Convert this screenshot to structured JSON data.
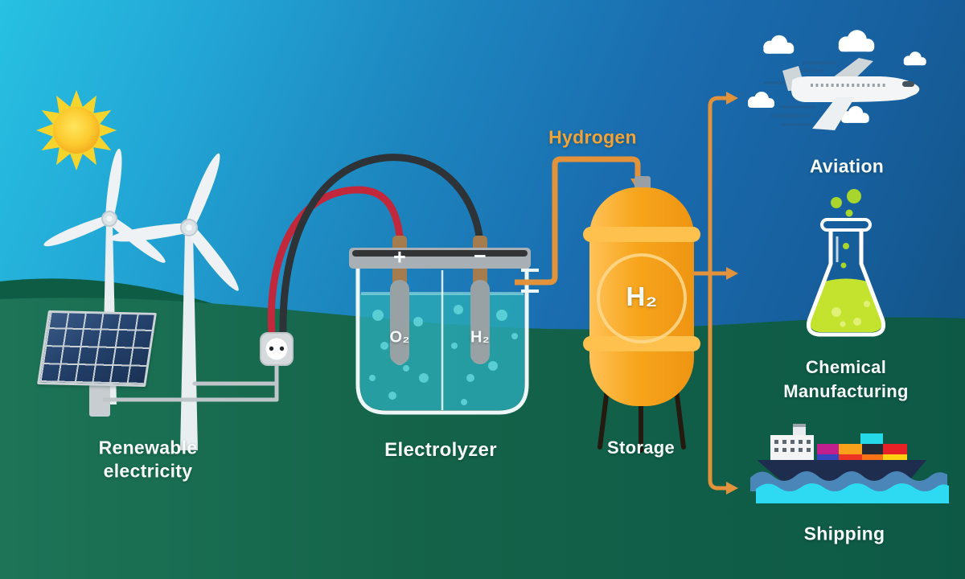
{
  "labels": {
    "renewable": {
      "line1": "Renewable",
      "line2": "electricity"
    },
    "electrolyzer": "Electrolyzer",
    "hydrogen": "Hydrogen",
    "storage": "Storage",
    "aviation": "Aviation",
    "chemical": {
      "line1": "Chemical",
      "line2": "Manufacturing"
    },
    "shipping": "Shipping"
  },
  "electrolyzer": {
    "plus_terminal": "+",
    "minus_terminal": "−",
    "left_electrode_gas": "O₂",
    "right_electrode_gas": "H₂"
  },
  "storage_tank": {
    "gas_label": "H₂"
  },
  "icons": {
    "sun": "sun-icon",
    "wind_turbines": "wind-turbine-icon",
    "solar_panel": "solar-panel-icon",
    "power_socket": "power-socket-icon",
    "airplane": "airplane-icon",
    "flask": "flask-icon",
    "cargo_ship": "cargo-ship-icon"
  },
  "colors": {
    "sky_top_left": "#27c1e2",
    "sky_right": "#1a67ad",
    "land_green": "#17694f",
    "hydrogen_accent": "#f2a338",
    "pipe_orange": "#e2923a",
    "tank_orange": "#f7a51d",
    "liquid_teal": "#2aa9b4",
    "cable_red": "#c2283c",
    "cable_black": "#2e3338",
    "flask_liquid": "#c4e32e"
  }
}
